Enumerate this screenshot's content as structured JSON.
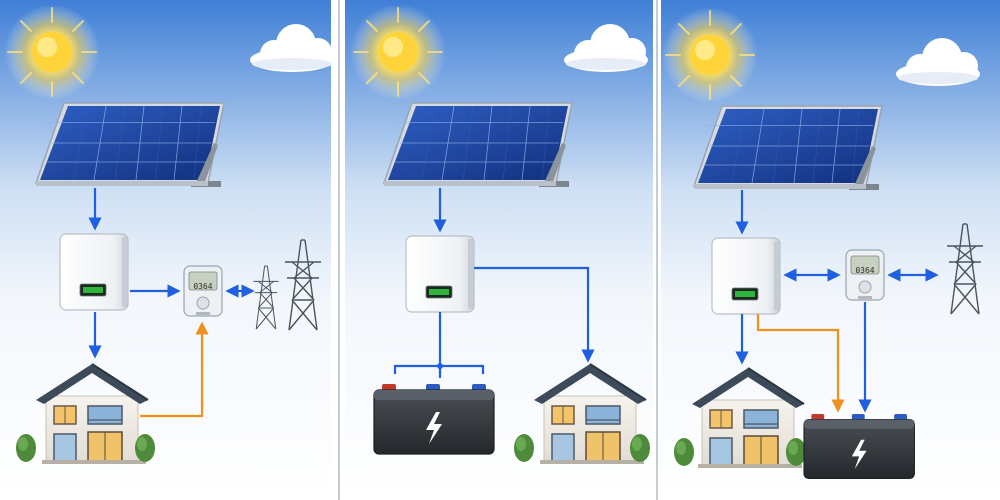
{
  "panels": [
    {
      "id": "grid-tied",
      "meter_reading": "0364"
    },
    {
      "id": "off-grid"
    },
    {
      "id": "hybrid",
      "meter_reading": "0364"
    }
  ],
  "colors": {
    "sky_top": "#4a86d8",
    "sky_bottom": "#f2f6fb",
    "dc_flow": "#1f5fe0",
    "ac_flow": "#f0901e",
    "inverter_display": "#1f7a2a",
    "battery_body": "#2e3236",
    "house_roof": "#3c4a5a"
  },
  "icons": [
    "sun-icon",
    "cloud-icon",
    "solar-panel-icon",
    "inverter-icon",
    "energy-meter-icon",
    "power-pylon-icon",
    "house-icon",
    "battery-icon",
    "lightning-bolt-icon"
  ]
}
